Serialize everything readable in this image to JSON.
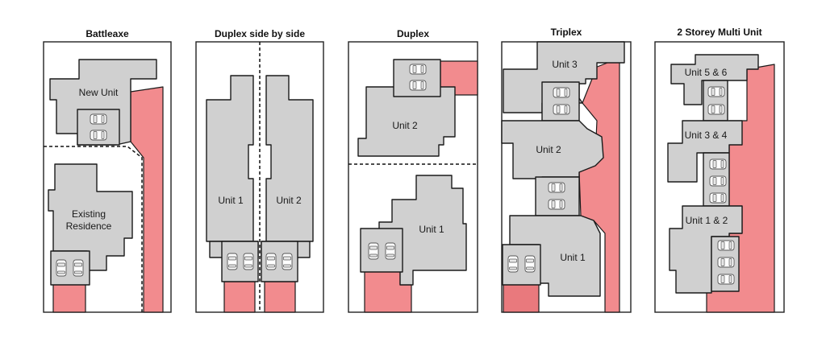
{
  "panels": [
    {
      "title": "Battleaxe",
      "labels": [
        "New Unit",
        "Existing",
        "Residence"
      ]
    },
    {
      "title": "Duplex side by side",
      "labels": [
        "Unit 1",
        "Unit 2"
      ]
    },
    {
      "title": "Duplex",
      "labels": [
        "Unit 2",
        "Unit 1"
      ]
    },
    {
      "title": "Triplex",
      "labels": [
        "Unit 3",
        "Unit 2",
        "Unit 1"
      ]
    },
    {
      "title": "2 Storey Multi Unit",
      "labels": [
        "Unit 5 & 6",
        "Unit 3 & 4",
        "Unit 1 & 2"
      ]
    }
  ],
  "colors": {
    "driveway": "#f28b8e",
    "building": "#d0d0d0",
    "lot_outline": "#222222"
  },
  "icons": [
    "car-icon"
  ]
}
